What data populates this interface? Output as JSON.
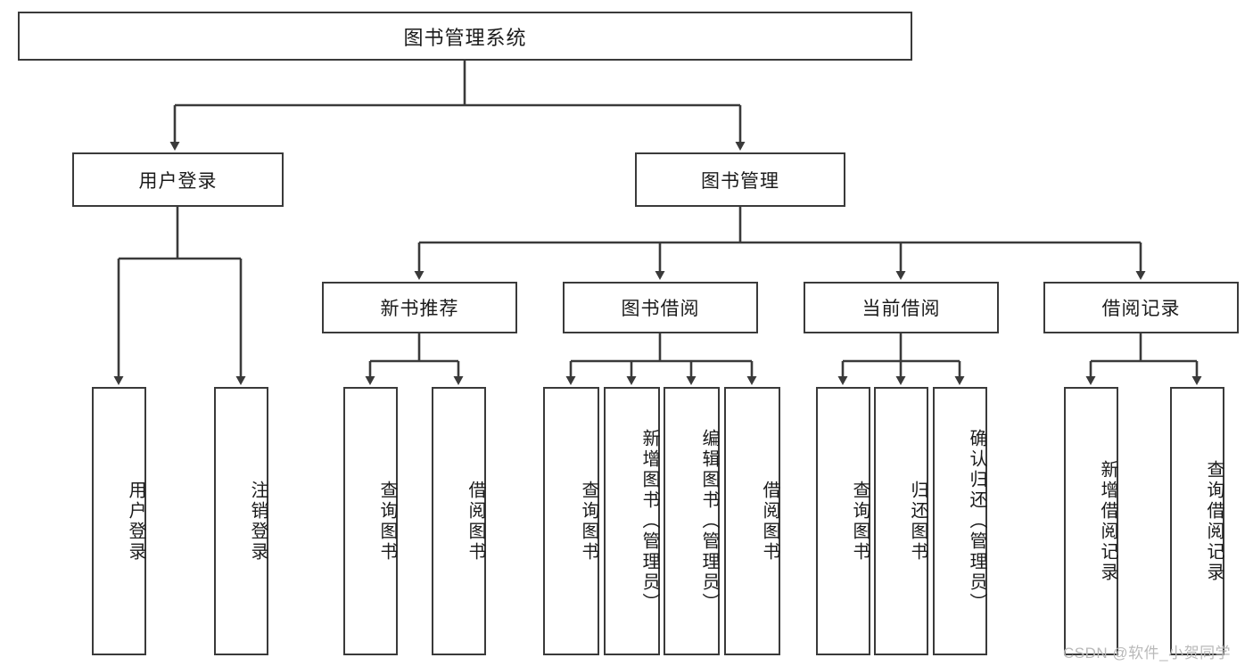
{
  "diagram": {
    "type": "tree-hierarchy",
    "title": "图书管理系统",
    "watermark": "CSDN @软件_小贺同学",
    "colors": {
      "box_stroke": "#3a3a3a",
      "box_fill": "#ffffff",
      "connector": "#3a3a3a",
      "text": "#1b1b1b",
      "watermark": "#b9b9b9"
    },
    "root": {
      "label": "图书管理系统"
    },
    "level2": [
      {
        "label": "用户登录"
      },
      {
        "label": "图书管理"
      }
    ],
    "level3": [
      {
        "label": "新书推荐"
      },
      {
        "label": "图书借阅"
      },
      {
        "label": "当前借阅"
      },
      {
        "label": "借阅记录"
      }
    ],
    "leaves": {
      "user_login": [
        {
          "label": "用户登录"
        },
        {
          "label": "注销登录"
        }
      ],
      "new_book_recommend": [
        {
          "label": "查询图书"
        },
        {
          "label": "借阅图书"
        }
      ],
      "book_borrow": [
        {
          "label": "查询图书"
        },
        {
          "label": "新增图书（管理员）"
        },
        {
          "label": "编辑图书（管理员）"
        },
        {
          "label": "借阅图书"
        }
      ],
      "current_borrow": [
        {
          "label": "查询图书"
        },
        {
          "label": "归还图书"
        },
        {
          "label": "确认归还（管理员）"
        }
      ],
      "borrow_record": [
        {
          "label": "新增借阅记录"
        },
        {
          "label": "查询借阅记录"
        }
      ]
    }
  }
}
